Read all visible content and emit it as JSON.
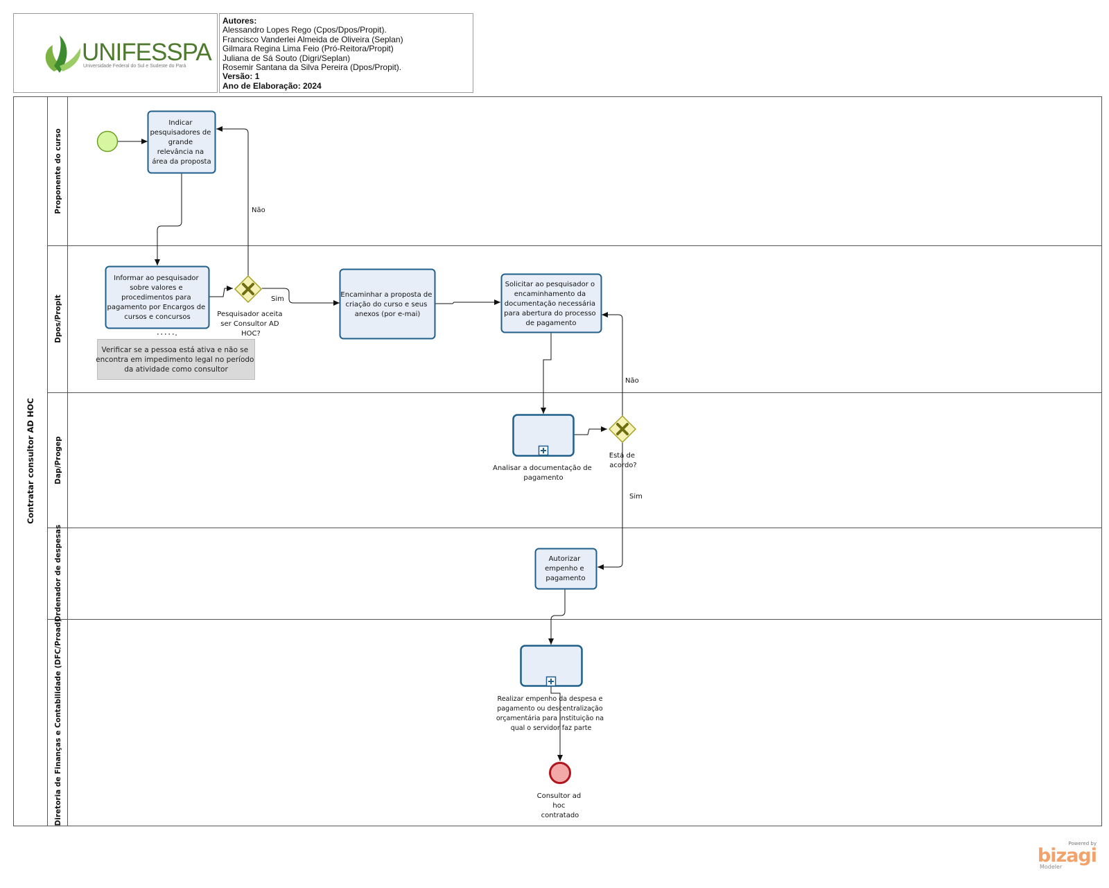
{
  "header": {
    "logo": {
      "name": "UNIFESSPA",
      "tagline": "Universidade Federal do Sul e Sudeste do Pará",
      "icon": "leaf-logo-icon",
      "color": "#4d7a2c"
    },
    "authors_label": "Autores:",
    "authors": [
      "Alessandro Lopes Rego (Cpos/Dpos/Propit).",
      "Francisco Vanderlei Almeida de Oliveira (Seplan)",
      "Gilmara Regina Lima Feio (Pró-Reitora/Propit)",
      "Juliana de Sá Souto (Digri/Seplan)",
      "Rosemir Santana da Silva Pereira (Dpos/Propit)."
    ],
    "version": "Versão: 1",
    "year": "Ano de Elaboração: 2024"
  },
  "pool": {
    "name": "Contratar consultor AD HOC",
    "lanes": [
      "Proponente do curso",
      "Dpos/Propit",
      "Dap/Progep",
      "Ordenador de despesas",
      "Diretoria de Finanças e Contabilidade (DFC/Proad)"
    ]
  },
  "tasks": {
    "indicar": [
      "Indicar",
      "pesquisadores de",
      "grande",
      "relevância na",
      "área da proposta"
    ],
    "informar": [
      "Informar ao pesquisador",
      "sobre valores e",
      "procedimentos para",
      "pagamento por Encargos de",
      "cursos e concursos"
    ],
    "encaminhar": [
      "Encaminhar a proposta de",
      "criação do curso e seus",
      "anexos (por e-mai)"
    ],
    "solicitar": [
      "Solicitar ao pesquisador o",
      "encaminhamento da",
      "documentação necessária",
      "para abertura do processo",
      "de pagamento"
    ],
    "analisar": [
      "Analisar a documentação de",
      "pagamento"
    ],
    "autorizar": [
      "Autorizar",
      "empenho e",
      "pagamento"
    ],
    "realizar": [
      "Realizar empenho da despesa e",
      "pagamento ou descentralização",
      "orçamentária para instituição na",
      "qual o servidor faz parte"
    ]
  },
  "annotation": [
    "Verificar se a pessoa está ativa e não se",
    "encontra em impedimento legal no período",
    "da atividade como consultor"
  ],
  "gateways": {
    "aceita": [
      "Pesquisador aceita",
      "ser Consultor AD",
      "HOC?"
    ],
    "acordo": [
      "Está de",
      "acordo?"
    ]
  },
  "flow_labels": {
    "nao_1": "Não",
    "sim_1": "Sim",
    "nao_2": "Não",
    "sim_2": "Sim"
  },
  "end_event": [
    "Consultor ad",
    "hoc",
    "contratado"
  ],
  "footer": {
    "powered_by": "Powered by",
    "brand": "bizagi",
    "product": "Modeler"
  },
  "colors": {
    "task_fill": "#e8eef8",
    "task_stroke": "#1f5f8b",
    "start_fill": "#d8f5a2",
    "start_stroke": "#6aa121",
    "end_fill": "#f4a9a9",
    "end_stroke": "#b0141c",
    "gateway_fill": "#f6f2b6",
    "gateway_stroke": "#a5a22a",
    "annotation_fill": "#d9d9d9",
    "brand_color": "#f2a36b"
  }
}
